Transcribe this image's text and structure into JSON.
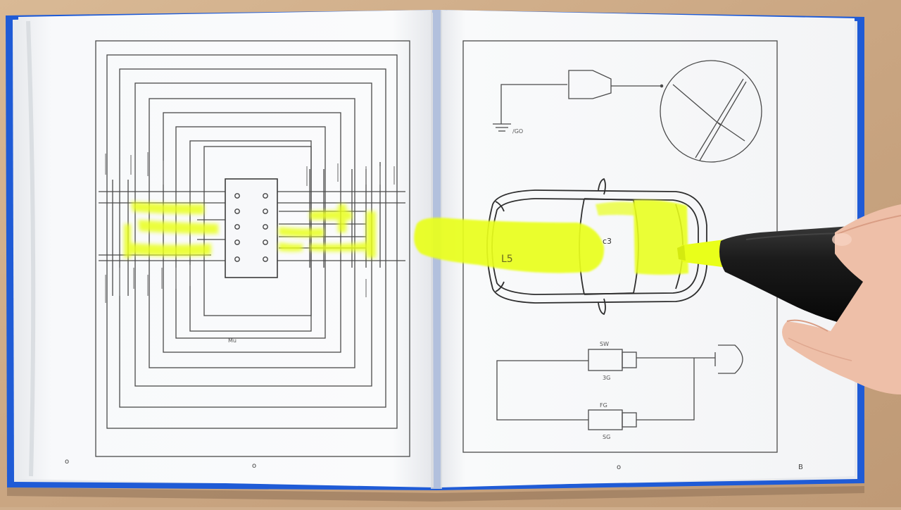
{
  "scene": {
    "subject": "open wiring diagram manual with yellow highlighter",
    "colors": {
      "table": "#cfae8c",
      "cover": "#1f5bd6",
      "paper": "#f6f7f9",
      "ink": "#3a3a3a",
      "highlight": "#e9ff1a",
      "marker": "#151515",
      "skin": "#f0c4ad"
    }
  },
  "left_page": {
    "footer_mark": "o",
    "center_mark": "o",
    "connector_label": "Mu"
  },
  "right_page": {
    "footer_mark": "o",
    "corner_mark": "B",
    "ground_label": "/GO",
    "relay_top_label": "SW",
    "relay_top_sub": "3G",
    "relay_bottom_label": "FG",
    "relay_bottom_sub": "SG",
    "car_label": "L5",
    "car_mark": "c3"
  }
}
